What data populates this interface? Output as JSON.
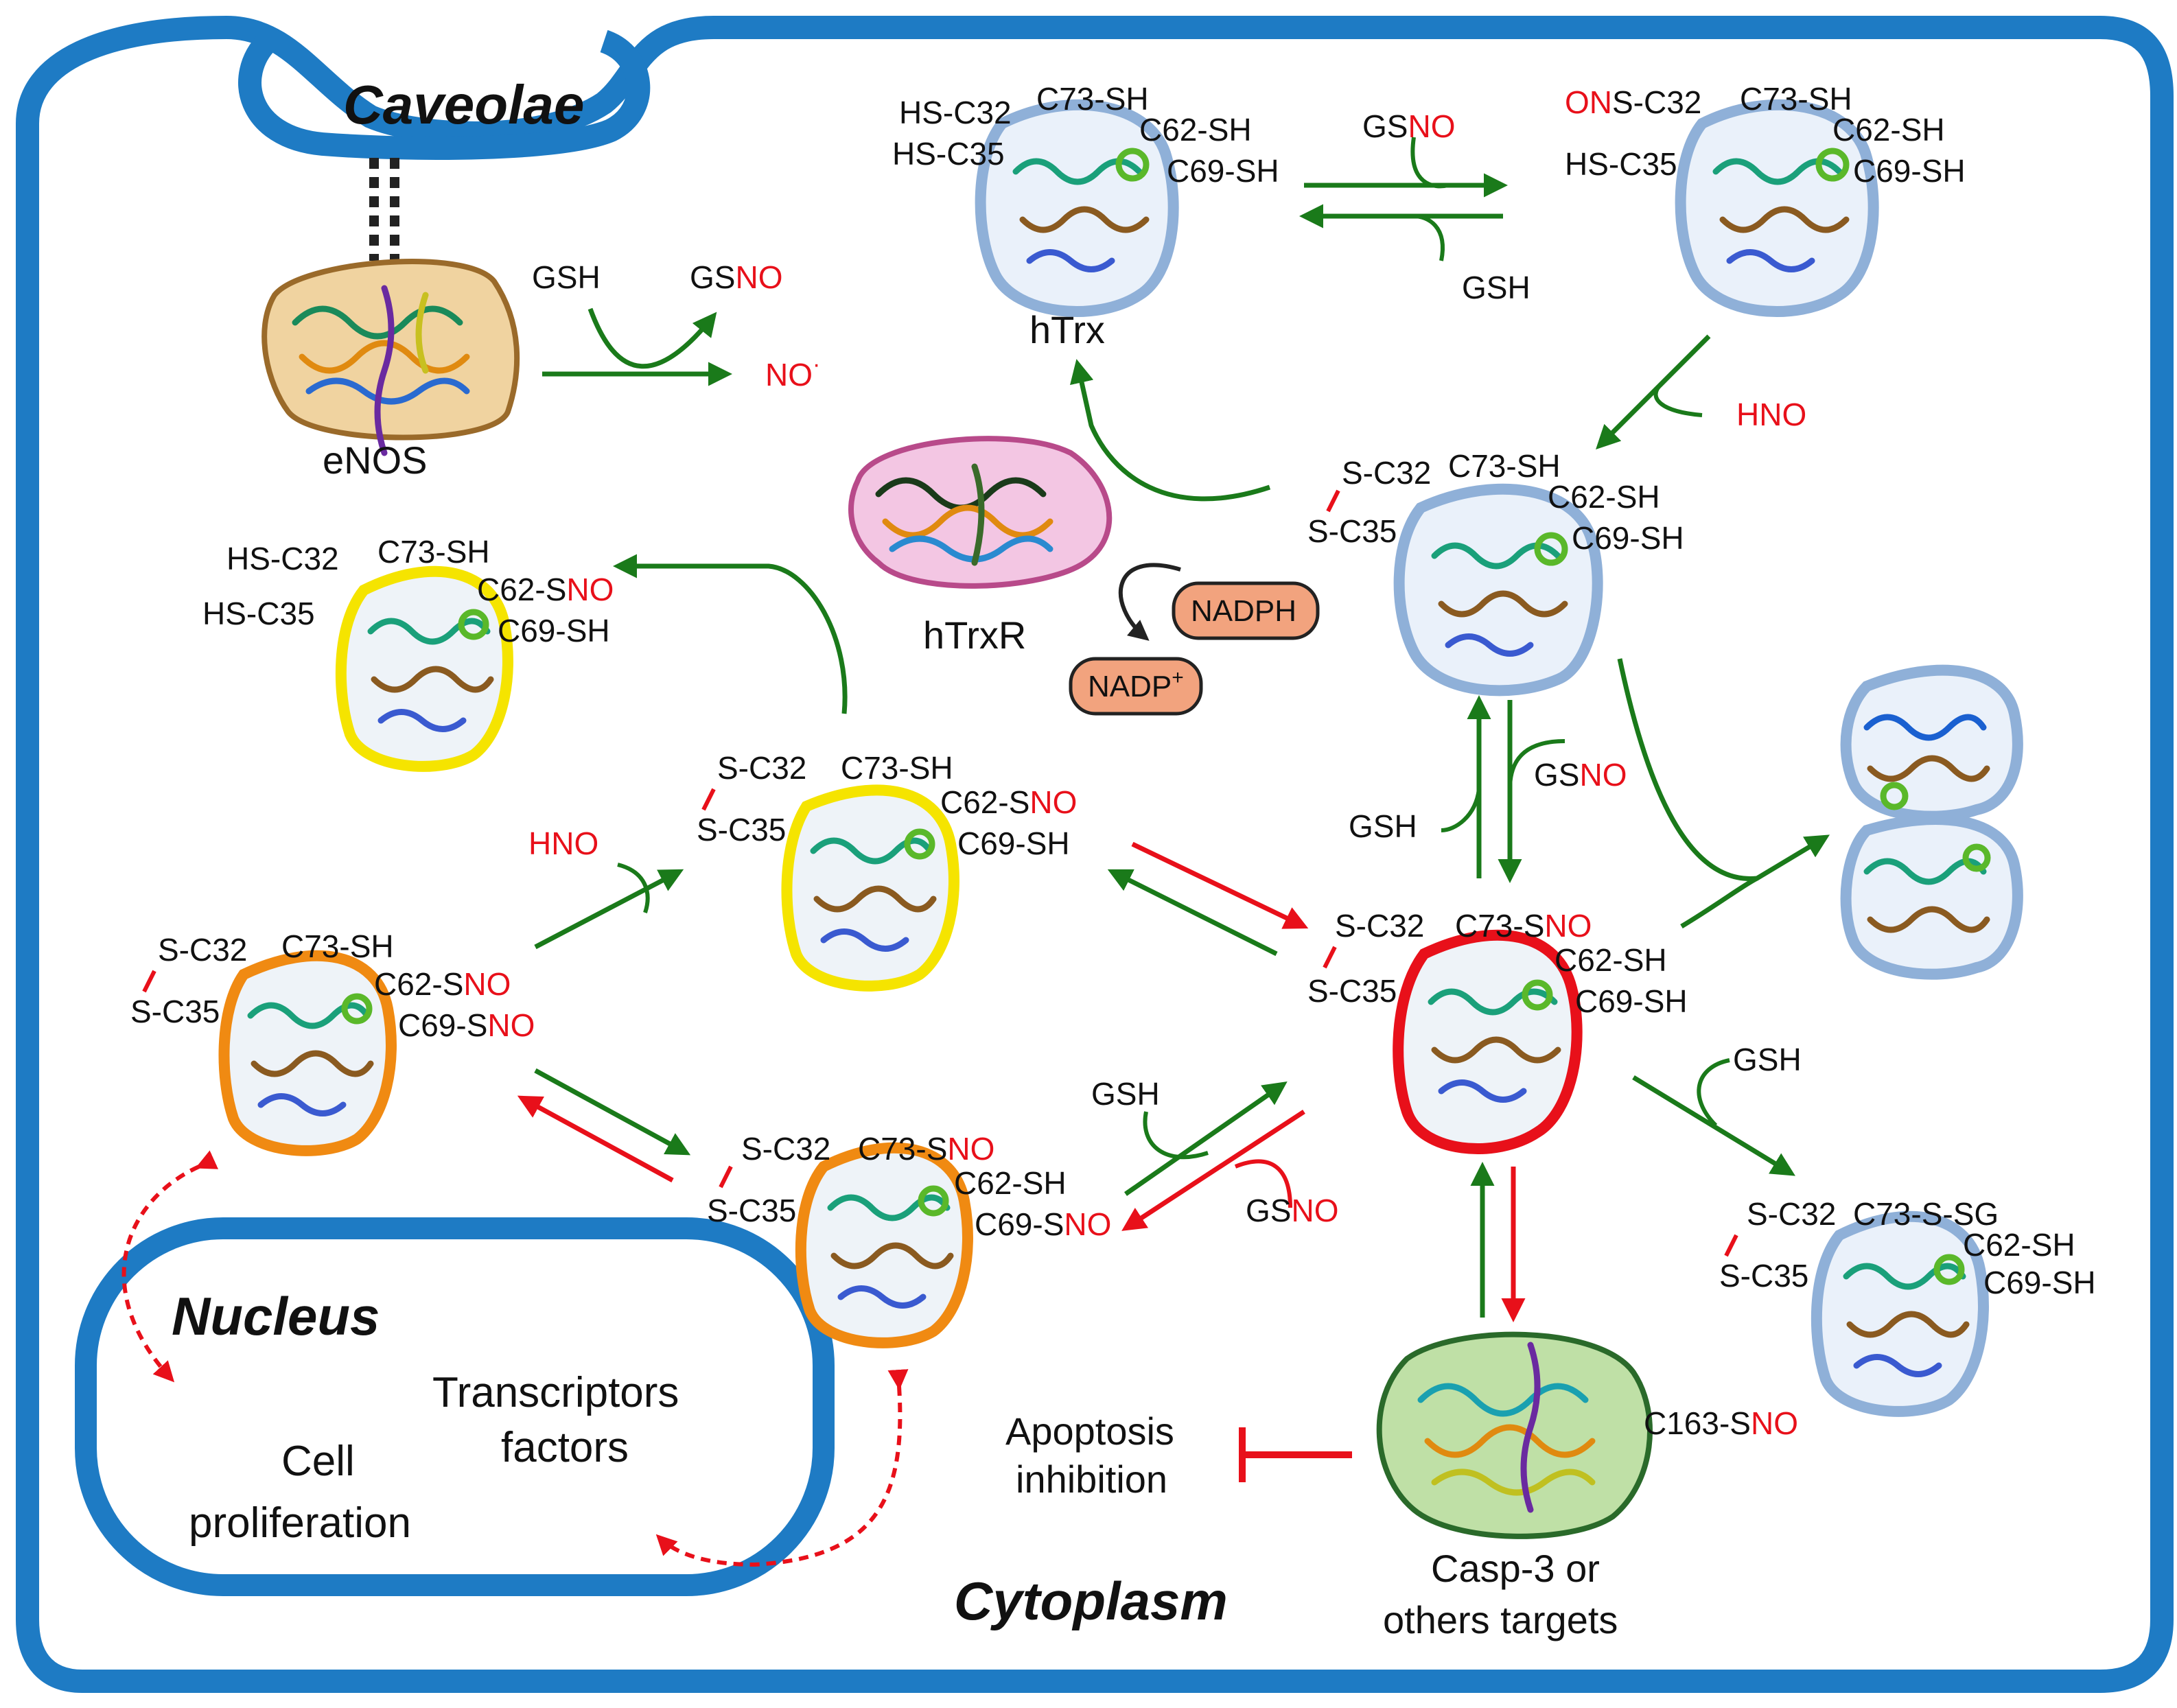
{
  "regions": {
    "caveolae": "Caveolae",
    "cytoplasm": "Cytoplasm",
    "nucleus": "Nucleus",
    "nucleus_text_1": "Transcriptors",
    "nucleus_text_2": "factors",
    "nucleus_text_3": "Cell",
    "nucleus_text_4": "proliferation"
  },
  "enzymes": {
    "enos": "eNOS",
    "htrx": "hTrx",
    "htrxr": "hTrxR",
    "nadph": "NADPH",
    "nadp_base": "NADP",
    "nadp_sup": "+",
    "casp_line1": "Casp-3 or",
    "casp_line2": "others targets",
    "casp_site_base": "C163-S",
    "apoptosis_line1": "Apoptosis",
    "apoptosis_line2": "inhibition"
  },
  "reagents": {
    "gsh": "GSH",
    "gs": "GS",
    "no": "NO",
    "no_radical": "NO",
    "no_dot": "·",
    "hno": "HNO",
    "on": "ON"
  },
  "residues": {
    "hs_c32": "HS-C32",
    "hs_c35": "HS-C35",
    "s_c32": "S-C32",
    "s_c35": "S-C35",
    "c73_sh": "C73-SH",
    "c62_sh": "C62-SH",
    "c69_sh": "C69-SH",
    "c73_s": "C73-S",
    "c62_s": "C62-S",
    "c69_s": "C69-S",
    "c73_ssg": "C73-S-SG",
    "s_c32_tail": "S-C32"
  },
  "colors": {
    "membrane": "#1e7bc4",
    "green_arrow": "#1a7a1a",
    "red_arrow": "#e8101a",
    "trx_blue": "#8fb0d8",
    "trx_yellow": "#f5e400",
    "trx_orange": "#f08a12",
    "trx_red": "#e8101a",
    "enos_fill": "#f0d3a0",
    "htrxr_fill": "#f3c6e3",
    "casp_fill": "#bfe0a6",
    "pill_fill": "#f2a37e"
  }
}
